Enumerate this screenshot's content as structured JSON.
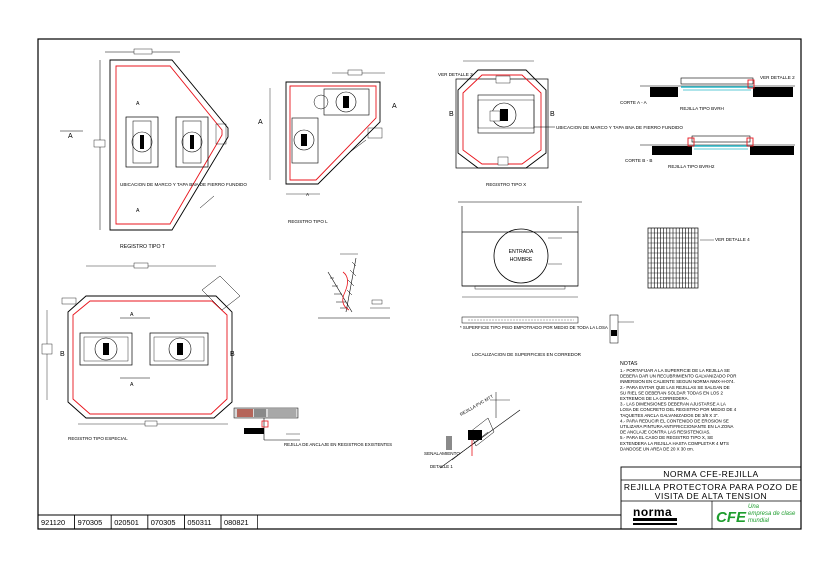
{
  "drawings": {
    "tipo_t": {
      "caption": "REGISTRO TIPO T",
      "note": "UBICACION DE MARCO Y TAPA BNA DE FIERRO FUNDIDO",
      "marks": [
        "A",
        "A",
        "A"
      ]
    },
    "tipo_l": {
      "caption": "REGISTRO TIPO L",
      "marks": [
        "A",
        "A",
        "A"
      ]
    },
    "tipo_x": {
      "ver_detalle": "VER DETALLE 3",
      "caption": "REGISTRO TIPO X",
      "note": "UBICACION DE MARCO Y TAPA BNA DE FIERRO FUNDIDO",
      "marks": [
        "B",
        "B"
      ]
    },
    "cortes": {
      "corte_a": "CORTE A - A",
      "corte_b": "CORTE B - B",
      "rejilla_a": "REJILLA TIPO BVRH",
      "rejilla_b": "REJILLA TIPO BVRH2",
      "ver_detalle_b": "VER DETALLE 2"
    },
    "tipo_especial": {
      "caption": "REGISTRO TIPO ESPECIAL",
      "marks": [
        "A",
        "A",
        "B",
        "B"
      ],
      "note": "REJILLA DE ANCLAJE EN REGISTROS EXISTENTES"
    },
    "localizacion": {
      "caption": "LOCALIZACION DE SUPERFICIES EN CORREDOR",
      "entrada": [
        "ENTRADA",
        "HOMBRE"
      ],
      "note_bottom": "* SUPERFICIE TIPO PISO EMPOTRADO POR MEDIO DE TODA LA LOSA"
    },
    "detalle1": {
      "caption": "DETALLE 1",
      "side": "SENALAMIENTO",
      "label": "REJILLA PVC MTT"
    },
    "grid_detail": {
      "label": "VER DETALLE 4"
    },
    "notas": {
      "title": "NOTAS",
      "lines": [
        "1.- PORTAFIJAR A LA SUPERFICIE DE LA REJILLA SE",
        "DEBERA DAR UN RECUBRIMIENTO GALVANIZADO POR",
        "INMERSION EN CALIENTE SEGUN NORMA NMX-H-074.",
        "2.- PARA EVITAR QUE LAS REJILLAS SE SALGAN DE",
        "SU RIEL SE DEBERAN SOLDAR TODAS EN LOS 2",
        "EXTREMOS DE LA CORREDERA.",
        "3.- LAS DIMENSIONES DEBERAN AJUSTARSE A LA",
        "LOSA DE CONCRETO DEL REGISTRO POR MEDIO DE 4",
        "TAQUETES ANCLA GALVANIZADOS DE 3/8 X 3\".",
        "4.- PARA REDUCIR EL CONTENIDO DE EROSION SE",
        "UTILIZARA PINTURA ANTIFRICCIONANTE EN LA ZONA",
        "DE ANCLAJE CONTRA LAS RESISTENCIAS.",
        "5.- PARA EL CASO DE REGISTRO TIPO X, SE",
        "EXTENDERA LA REJILLA HASTA COMPLETAR 4 MTS",
        "DANDOSE UN AREA DE 20 X 30 cm."
      ]
    }
  },
  "title_block": {
    "norma": "NORMA CFE-REJILLA",
    "line1": "REJILLA PROTECTORA PARA POZO DE",
    "line2": "VISITA DE ALTA TENSION",
    "logo_norma": "norma",
    "logo_cfe": "CFE",
    "logo_cfe_tagline": [
      "Una",
      "empresa de clase",
      "mundial"
    ]
  },
  "revisions": [
    "921120",
    "970305",
    "020501",
    "070305",
    "050311",
    "080821"
  ],
  "colors": {
    "line": "#000000",
    "red": "#e8141c",
    "cyan": "#27b8c8",
    "green_logo": "#1e9d2e",
    "grey": "#8a8a8a",
    "brick": "#b5655a"
  }
}
